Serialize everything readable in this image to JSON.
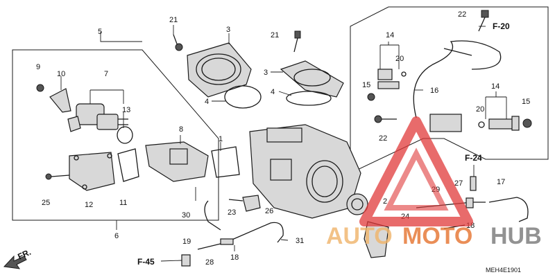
{
  "diagram": {
    "part_numbers": [
      "1",
      "2",
      "3",
      "3",
      "4",
      "4",
      "5",
      "6",
      "7",
      "8",
      "9",
      "10",
      "11",
      "12",
      "13",
      "14",
      "14",
      "15",
      "15",
      "16",
      "17",
      "18",
      "18",
      "19",
      "20",
      "20",
      "21",
      "21",
      "22",
      "22",
      "23",
      "24",
      "25",
      "26",
      "27",
      "28",
      "29",
      "30",
      "31"
    ],
    "section_refs": [
      "F-20",
      "F-24",
      "F-45"
    ],
    "front_label": "FR.",
    "drawing_code": "MEH4E1901"
  },
  "watermark": {
    "text_a": "AUTO",
    "text_b": "MOTO",
    "text_c": "HUB",
    "color_red": "#e03a3a",
    "color_orange": "#e6732e"
  }
}
